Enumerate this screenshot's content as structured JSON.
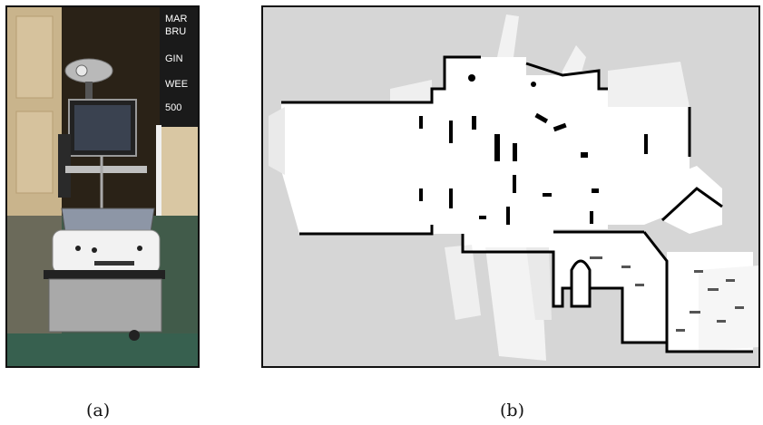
{
  "figure": {
    "panels": [
      {
        "id": "a",
        "caption": "(a)",
        "content": "robot-photo"
      },
      {
        "id": "b",
        "caption": "(b)",
        "content": "occupancy-grid-map"
      }
    ],
    "sign_text": [
      "MAR",
      "BRU",
      "GIN",
      "WEE",
      "500"
    ],
    "colors": {
      "map_unknown": "#d6d6d6",
      "map_free": "#ffffff",
      "map_occupied": "#000000",
      "wall_beige": "#d7c6a4",
      "carpet_green": "#3f6b57",
      "sign_black": "#1a1a1a"
    }
  }
}
